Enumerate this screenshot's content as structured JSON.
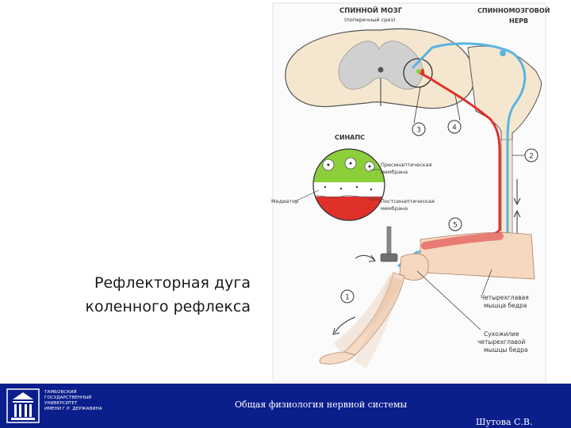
{
  "slide": {
    "title_line1": "Рефлекторная дуга",
    "title_line2": "коленного рефлекса"
  },
  "diagram": {
    "spinal_cord_label": "СПИННОЙ МОЗГ",
    "spinal_cord_sub": "(поперечный срез)",
    "nerve_label_1": "СПИННОМОЗГОВОЙ",
    "nerve_label_2": "НЕРВ",
    "synapse_label": "СИНАПС",
    "presynaptic_1": "Пресинаптическая",
    "presynaptic_2": "мембрана",
    "postsynaptic_1": "Постсинаптическая",
    "postsynaptic_2": "мембрана",
    "mediator_label": "Медиатор",
    "muscle_1": "Четырехглавая",
    "muscle_2": "мышца бедра",
    "tendon_1": "Сухожилие",
    "tendon_2": "четырехглавой",
    "tendon_3": "мышцы бедра",
    "markers": [
      "1",
      "2",
      "3",
      "4",
      "5"
    ],
    "colors": {
      "sensory": "#5ab4e0",
      "motor": "#e0302a",
      "cord": "#f5e7cf",
      "grey_matter": "#d0d0d0",
      "presynaptic": "#8ccf3a"
    }
  },
  "footer": {
    "logo_line1": "ТАМБОВСКИЙ",
    "logo_line2": "ГОСУДАРСТВЕННЫЙ",
    "logo_line3": "УНИВЕРСИТЕТ",
    "logo_line4": "ИМЕНИ Г.Р. ДЕРЖАВИНА",
    "course": "Общая физиология нервной системы",
    "author": "Шутова С.В."
  }
}
